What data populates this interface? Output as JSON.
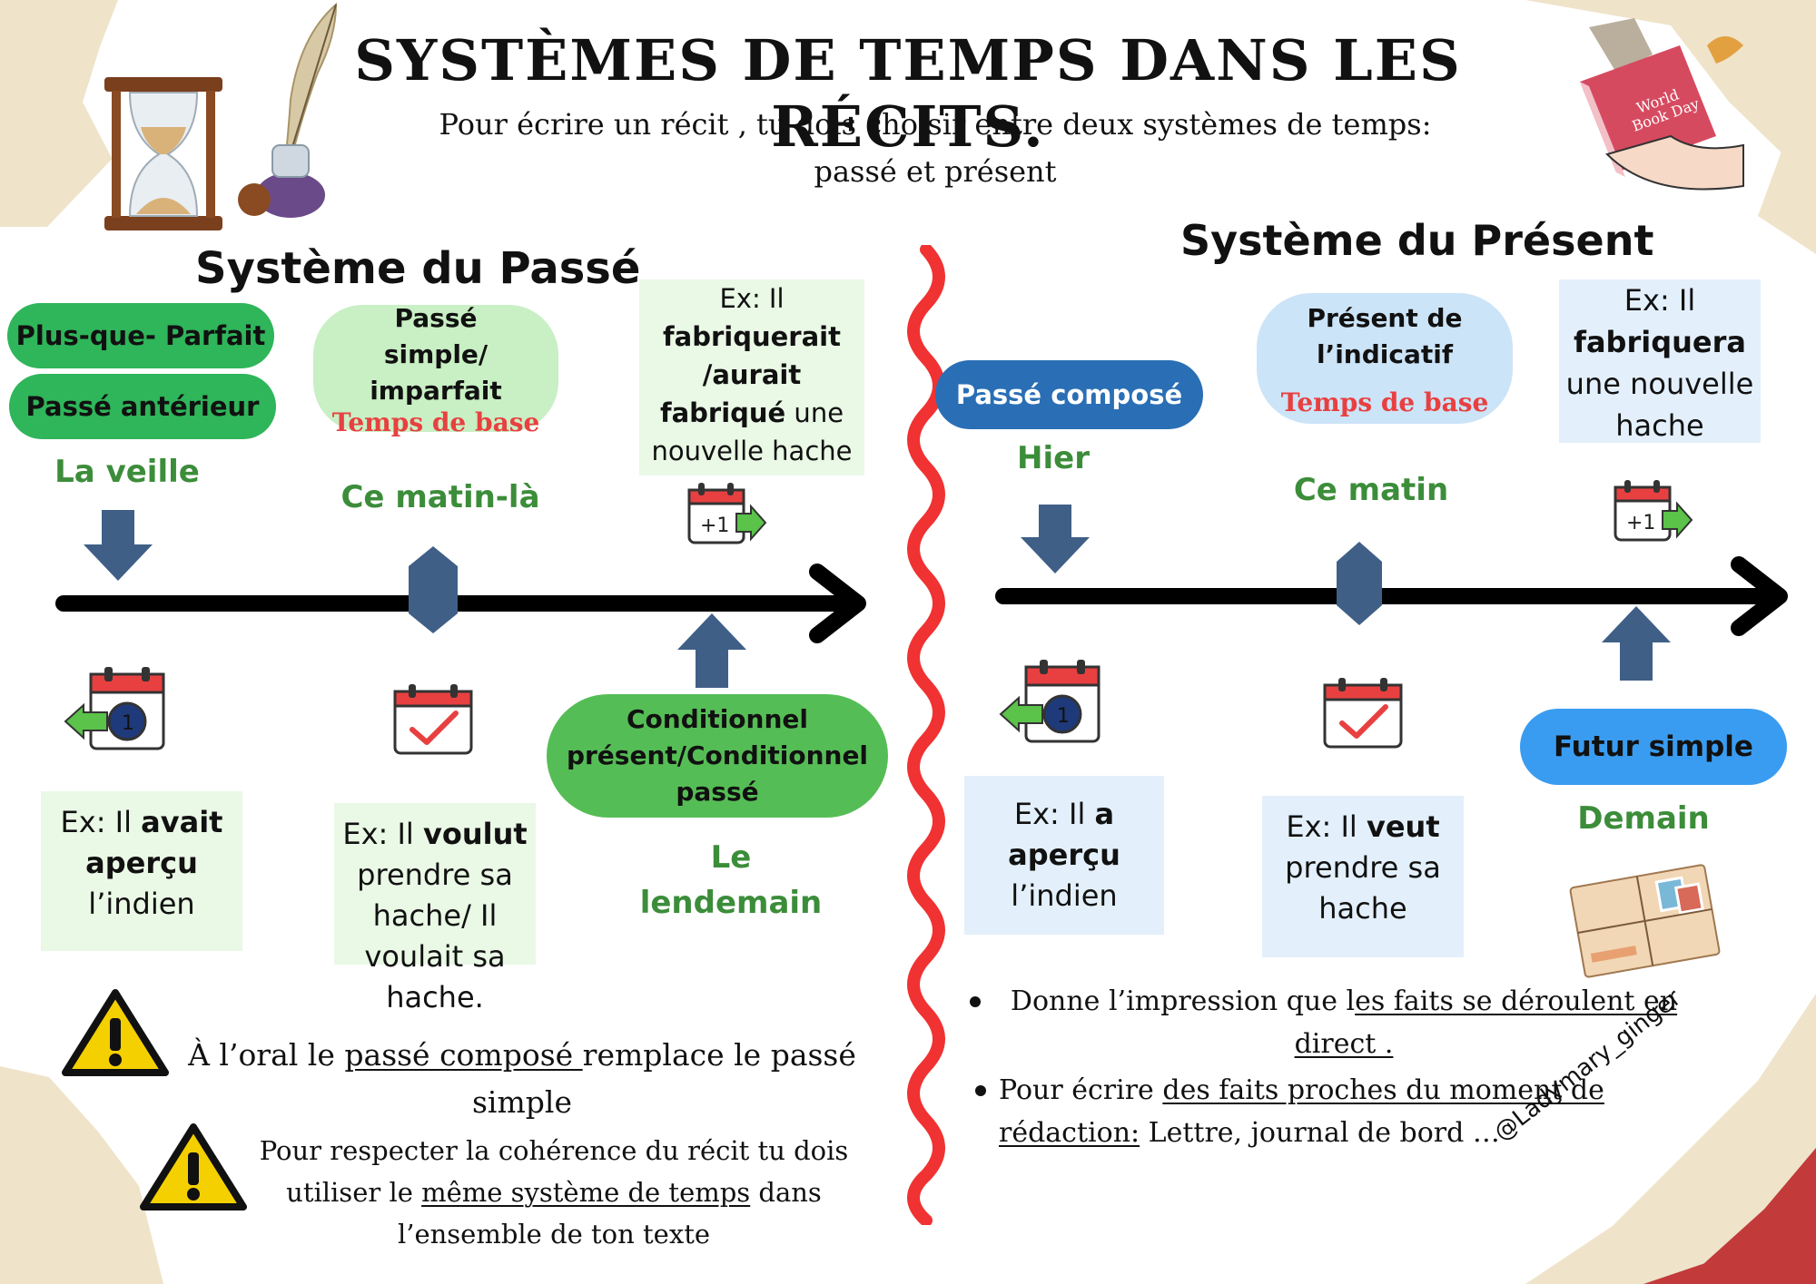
{
  "title": "SYSTÈMES DE TEMPS DANS LES RÉCITS.",
  "subtitle_line1": "Pour écrire un récit , tu dois choisir entre deux systèmes de temps:",
  "subtitle_line2": "passé et présent",
  "past": {
    "heading": "Système du Passé",
    "plus_que_parfait": "Plus-que- Parfait",
    "passe_anterieur": "Passé antérieur",
    "la_veille": "La veille",
    "passe_simple_1": "Passé",
    "passe_simple_2": "simple/",
    "passe_simple_3": "imparfait",
    "temps_de_base": "Temps de base",
    "ce_matin_la": "Ce matin-là",
    "ex_future_1": "Ex: Il",
    "ex_future_2": "fabriquerait",
    "ex_future_3": "/aurait",
    "ex_future_4": "fabriqué",
    "ex_future_5": " une",
    "ex_future_6": "nouvelle hache",
    "conditionnel_1": "Conditionnel",
    "conditionnel_2": "présent/Conditionnel",
    "conditionnel_3": "passé",
    "le_lendemain_1": "Le",
    "le_lendemain_2": "lendemain",
    "ex1_a": "Ex: Il ",
    "ex1_b": "avait",
    "ex1_c": "aperçu",
    "ex1_d": "l’indien",
    "ex2_a": "Ex: Il ",
    "ex2_b": "voulut",
    "ex2_c": "prendre sa",
    "ex2_d": "hache/ Il",
    "ex2_e": "voulait sa",
    "ex2_f": "hache.",
    "warn1_a": "À l’oral le ",
    "warn1_b": "passé composé ",
    "warn1_c": "remplace le passé",
    "warn1_d": "simple",
    "warn2_a": "Pour respecter la cohérence du récit tu dois",
    "warn2_b": "utiliser le ",
    "warn2_c": "même système de temps",
    "warn2_d": " dans",
    "warn2_e": "l’ensemble de ton texte"
  },
  "present": {
    "heading": "Système du Présent",
    "passe_compose": "Passé composé",
    "hier": "Hier",
    "present_1": "Présent de",
    "present_2": "l’indicatif",
    "temps_de_base": "Temps de base",
    "ce_matin": "Ce matin",
    "ex_future_1": "Ex: Il",
    "ex_future_2": "fabriquera",
    "ex_future_3": "une nouvelle",
    "ex_future_4": "hache",
    "futur_simple": "Futur simple",
    "demain": "Demain",
    "ex1_a": "Ex: Il ",
    "ex1_b": "a",
    "ex1_c": "aperçu",
    "ex1_d": "l’indien",
    "ex2_a": "Ex: Il ",
    "ex2_b": "veut",
    "ex2_c": "prendre sa",
    "ex2_d": "hache",
    "bullet1_a": "Donne l’impression que l",
    "bullet1_b": "es faits se déroulent en",
    "bullet1_c": "direct .",
    "bullet2_a": "Pour écrire ",
    "bullet2_b": "des faits proches du moment de",
    "bullet2_c": "rédaction:",
    "bullet2_d": " Lettre, journal de bord …"
  },
  "calendar_plus_label": "+1",
  "calendar_minus_label": "1",
  "signature": "@Ladymary_ginger",
  "colors": {
    "green_pill": "#2fb55a",
    "green_light_pill": "#c9efc4",
    "green_label": "#3c8d3a",
    "blue_pill": "#2a6fb5",
    "blue_light_pill": "#cce4f8",
    "light_blue_pill": "#3a9cf0",
    "red_base": "#e84040",
    "arrow_blue": "#3f5f87",
    "wave_red": "#f03232",
    "box_green": "#eaf8e6",
    "box_blue": "#e3f0fb"
  }
}
